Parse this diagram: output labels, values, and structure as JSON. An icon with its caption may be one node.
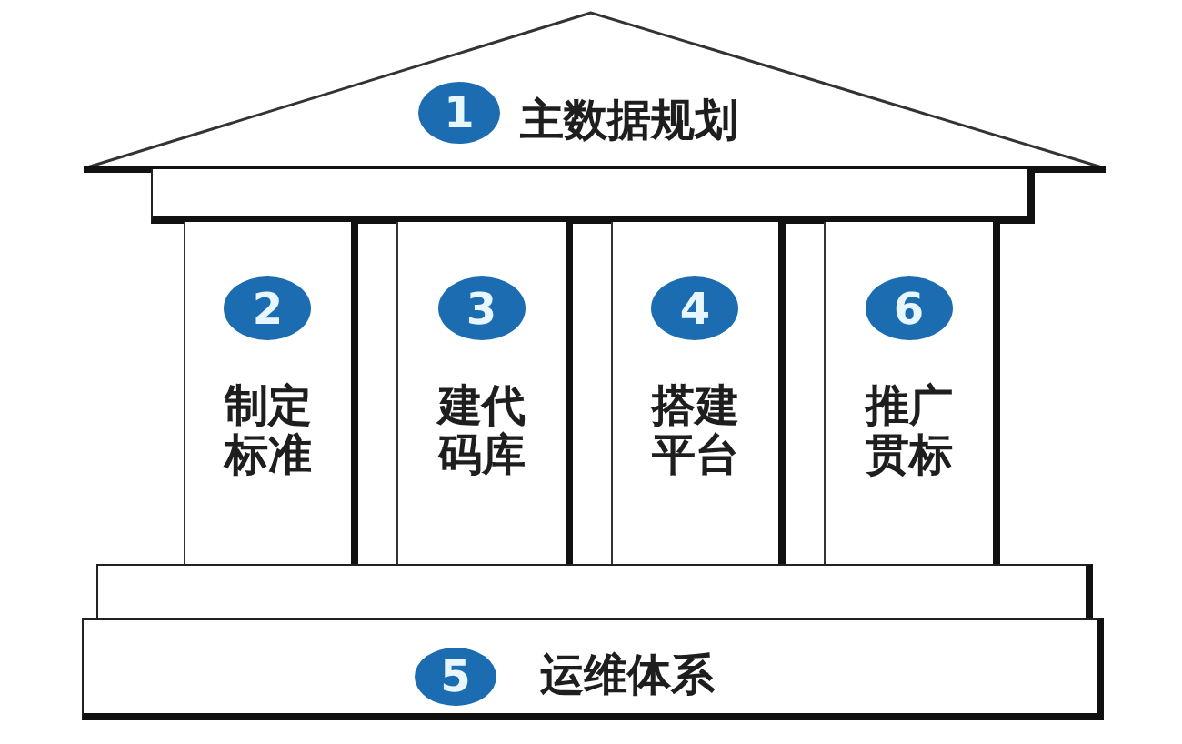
{
  "diagram": {
    "nodes": [
      {
        "text": [
          "1",
          "主数据规划"
        ]
      },
      {
        "text": [],
        "shape": "box"
      },
      {
        "text": [
          "2",
          "制定标准"
        ]
      },
      {
        "text": [
          "3",
          "建代码库"
        ]
      },
      {
        "text": [
          "4",
          "搭建平台"
        ]
      },
      {
        "text": [
          "6",
          "推广贯标"
        ]
      },
      {
        "text": [],
        "shape": "box"
      },
      {
        "text": [
          "5",
          "运维体系"
        ]
      }
    ]
  }
}
